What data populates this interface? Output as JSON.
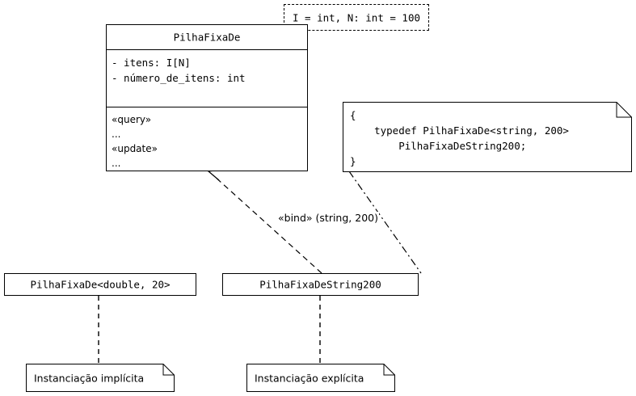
{
  "diagram": {
    "title": "UML template class binding diagram",
    "line_color": "#000000",
    "background": "#ffffff"
  },
  "template_parameters": {
    "text": "I = int, N: int = 100"
  },
  "main_class": {
    "name": "PilhaFixaDe",
    "attributes": [
      "- itens: I[N]",
      "- número_de_itens: int"
    ],
    "operations": [
      "«query»",
      "...",
      "«update»",
      "..."
    ]
  },
  "code_note": {
    "lines": [
      "{",
      "    typedef PilhaFixaDe<string, 200>",
      "        PilhaFixaDeString200;",
      "}"
    ],
    "text": "{\n    typedef PilhaFixaDe<string, 200>\n        PilhaFixaDeString200;\n}"
  },
  "bind_dependency": {
    "label": "«bind» (string, 200)"
  },
  "derived_classes": [
    {
      "name": "PilhaFixaDe<double, 20>"
    },
    {
      "name": "PilhaFixaDeString200"
    }
  ],
  "bottom_notes": [
    {
      "text": "Instanciação implícita"
    },
    {
      "text": "Instanciação explícita"
    }
  ]
}
